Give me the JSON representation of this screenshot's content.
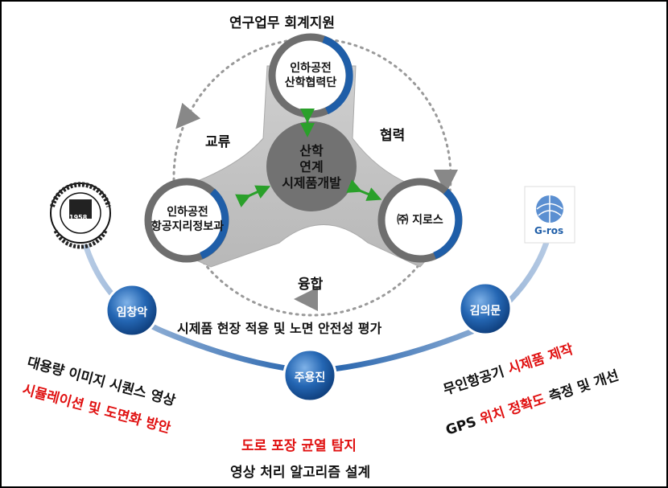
{
  "title": "연구업무 회계지원",
  "center": [
    "산학",
    "연계",
    "시제품개발"
  ],
  "nodes": {
    "top": [
      "인하공전",
      "산학협력단"
    ],
    "left": [
      "인하공전",
      "항공지리정보과"
    ],
    "right": "㈜ 지로스"
  },
  "edges": {
    "exchange": "교류",
    "cooperation": "협력",
    "fusion": "융합"
  },
  "logos": {
    "college_year": "1958",
    "gros": "G-ros"
  },
  "people": {
    "left": "임창악",
    "center": "주용진",
    "right": "김의문"
  },
  "texts": {
    "evaluation": "시제품 현장 적용 및 노면 안전성 평가",
    "left_line1": "대용량 이미지 시퀀스 영상",
    "left_line2": "시뮬레이션 및 도면화 방안",
    "right_line1_a": "무인항공기 ",
    "right_line1_b": "시제품 제작",
    "right_line2_a": "GPS ",
    "right_line2_b": "위치 정확도",
    "right_line2_c": " 측정 및 개선",
    "bottom_red": "도로 포장 균열 탐지",
    "bottom_black": "영상 처리 알고리즘 설계"
  },
  "colors": {
    "blue": "#1f5ea8",
    "gray": "#777777",
    "red": "#e01010",
    "green": "#2aa02a"
  }
}
